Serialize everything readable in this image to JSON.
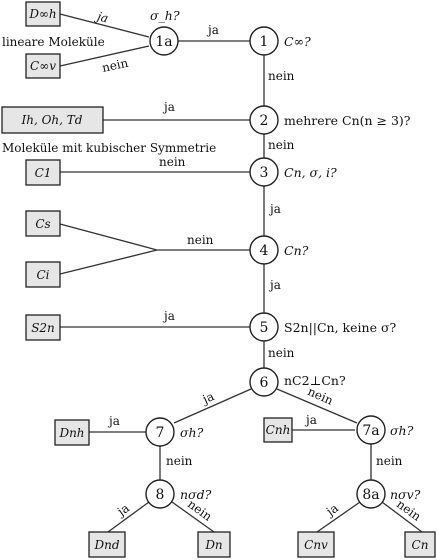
{
  "nodes": [
    {
      "id": "1a",
      "label": "1a",
      "question": "σ_h?"
    },
    {
      "id": "1",
      "label": "1",
      "question": "C∞?"
    },
    {
      "id": "2",
      "label": "2",
      "question": "mehrere Cn(n ≥ 3)?"
    },
    {
      "id": "3",
      "label": "3",
      "question": "Cn, σ, i?"
    },
    {
      "id": "4",
      "label": "4",
      "question": "Cn?"
    },
    {
      "id": "5",
      "label": "5",
      "question": "S2n||Cn, keine σ?"
    },
    {
      "id": "6",
      "label": "6",
      "question": "nC2⊥Cn?"
    },
    {
      "id": "7",
      "label": "7",
      "question": "σh?"
    },
    {
      "id": "7a",
      "label": "7a",
      "question": "σh?"
    },
    {
      "id": "8",
      "label": "8",
      "question": "nσd?"
    },
    {
      "id": "8a",
      "label": "8a",
      "question": "nσv?"
    }
  ],
  "point_groups": [
    {
      "id": "Dinfh",
      "label": "D∞h"
    },
    {
      "id": "Cinfv",
      "label": "C∞v"
    },
    {
      "id": "IhOhTd",
      "label": "Ih, Oh, Td"
    },
    {
      "id": "C1",
      "label": "C1"
    },
    {
      "id": "Cs",
      "label": "Cs"
    },
    {
      "id": "Ci",
      "label": "Ci"
    },
    {
      "id": "S2n",
      "label": "S2n"
    },
    {
      "id": "Dnh",
      "label": "Dnh"
    },
    {
      "id": "Cnh",
      "label": "Cnh"
    },
    {
      "id": "Dnd",
      "label": "Dnd"
    },
    {
      "id": "Dn",
      "label": "Dn"
    },
    {
      "id": "Cnv",
      "label": "Cnv"
    },
    {
      "id": "Cn",
      "label": "Cn"
    }
  ],
  "notes": {
    "linear": "lineare Moleküle",
    "cubic": "Moleküle mit kubischer Symmetrie"
  },
  "edge_labels": {
    "ja": "ja",
    "nein": "nein"
  }
}
